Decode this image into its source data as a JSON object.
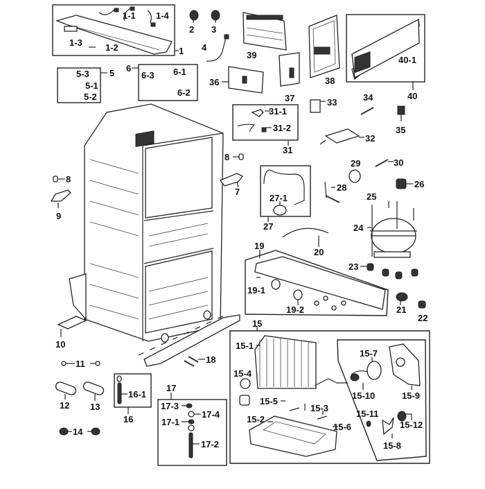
{
  "diagram": {
    "title": "Refrigerator Cabinet Parts Exploded View",
    "accent_color": "#222222",
    "background_color": "#ffffff",
    "callouts": {
      "p1": "1",
      "p1_1": "1-1",
      "p1_2": "1-2",
      "p1_3": "1-3",
      "p1_4": "1-4",
      "p2": "2",
      "p3": "3",
      "p4": "4",
      "p5": "5",
      "p5_1": "5-1",
      "p5_2": "5-2",
      "p5_3": "5-3",
      "p6": "6",
      "p6_1": "6-1",
      "p6_2": "6-2",
      "p6_3": "6-3",
      "p7": "7",
      "p8a": "8",
      "p8b": "8",
      "p9": "9",
      "p10": "10",
      "p11": "11",
      "p12": "12",
      "p13": "13",
      "p14": "14",
      "p15": "15",
      "p15_1": "15-1",
      "p15_2": "15-2",
      "p15_3": "15-3",
      "p15_4": "15-4",
      "p15_5": "15-5",
      "p15_6": "15-6",
      "p15_7": "15-7",
      "p15_8": "15-8",
      "p15_9": "15-9",
      "p15_10": "15-10",
      "p15_11": "15-11",
      "p15_12": "15-12",
      "p16": "16",
      "p16_1": "16-1",
      "p17": "17",
      "p17_1": "17-1",
      "p17_2": "17-2",
      "p17_3": "17-3",
      "p17_4": "17-4",
      "p18": "18",
      "p19": "19",
      "p19_1": "19-1",
      "p19_2": "19-2",
      "p20": "20",
      "p21": "21",
      "p22": "22",
      "p23": "23",
      "p24": "24",
      "p25": "25",
      "p26": "26",
      "p27": "27",
      "p27_1": "27-1",
      "p28": "28",
      "p29": "29",
      "p30": "30",
      "p31": "31",
      "p31_1": "31-1",
      "p31_2": "31-2",
      "p32": "32",
      "p33": "33",
      "p34": "34",
      "p35": "35",
      "p36": "36",
      "p37": "37",
      "p38": "38",
      "p39": "39",
      "p40": "40",
      "p40_1": "40-1"
    }
  }
}
